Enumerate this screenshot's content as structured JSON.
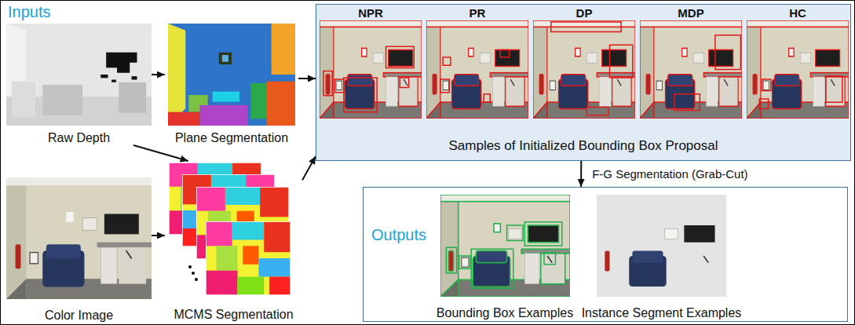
{
  "diagram": {
    "title": "Inputs",
    "nodes": [
      {
        "text": [
          "Raw Depth"
        ]
      },
      {
        "text": [
          "Plane Segmentation"
        ]
      },
      {
        "text": [
          "Color Image"
        ]
      },
      {
        "text": [
          "MCMS Segmentation"
        ]
      },
      {
        "text": [
          "Samples of Initialized Bounding Box Proposal"
        ]
      },
      {
        "text": [
          "NPR"
        ],
        "in": 4
      },
      {
        "text": [
          "PR"
        ],
        "in": 4
      },
      {
        "text": [
          "DP"
        ],
        "in": 4
      },
      {
        "text": [
          "MDP"
        ],
        "in": 4
      },
      {
        "text": [
          "HC"
        ],
        "in": 4
      },
      {
        "text": [
          "Outputs"
        ]
      },
      {
        "text": [
          "Bounding Box Examples"
        ],
        "in": 10
      },
      {
        "text": [
          "Instance Segment Examples"
        ],
        "in": 10
      }
    ],
    "edges": [
      {
        "from": 0,
        "to": 1,
        "arrow": "to"
      },
      {
        "from": 0,
        "to": 3,
        "arrow": "to"
      },
      {
        "from": 2,
        "to": 3,
        "arrow": "to"
      },
      {
        "from": 1,
        "to": 4,
        "arrow": "to"
      },
      {
        "from": 3,
        "to": 4,
        "arrow": "to"
      },
      {
        "from": 4,
        "to": 10,
        "arrow": "to",
        "label": "F-G Segmentation (Grab-Cut)"
      }
    ]
  }
}
